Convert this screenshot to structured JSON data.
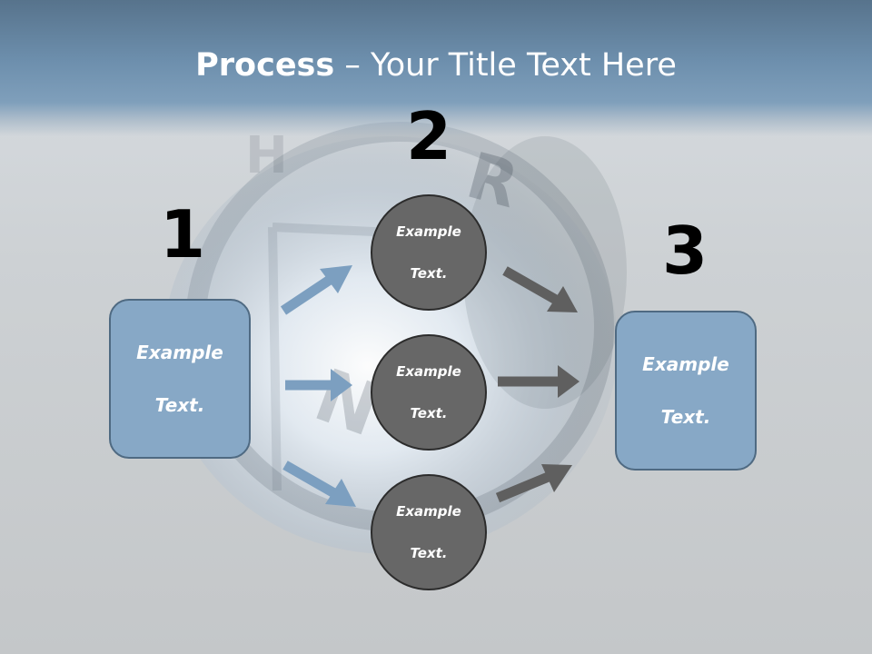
{
  "title": {
    "bold": "Process",
    "rest": " – Your Title Text Here"
  },
  "steps": {
    "one": "1",
    "two": "2",
    "three": "3"
  },
  "left_box": {
    "line1": "Example",
    "line2": "Text."
  },
  "right_box": {
    "line1": "Example",
    "line2": "Text."
  },
  "circles": [
    {
      "line1": "Example",
      "line2": "Text."
    },
    {
      "line1": "Example",
      "line2": "Text."
    },
    {
      "line1": "Example",
      "line2": "Text."
    }
  ],
  "colors": {
    "title_bar": "#6d8fad",
    "box_fill": "#87a8c6",
    "box_border": "#4f6a82",
    "circle_fill": "#676767",
    "arrow_blue": "#7c9fc0",
    "arrow_gray": "#5f5f5f"
  }
}
